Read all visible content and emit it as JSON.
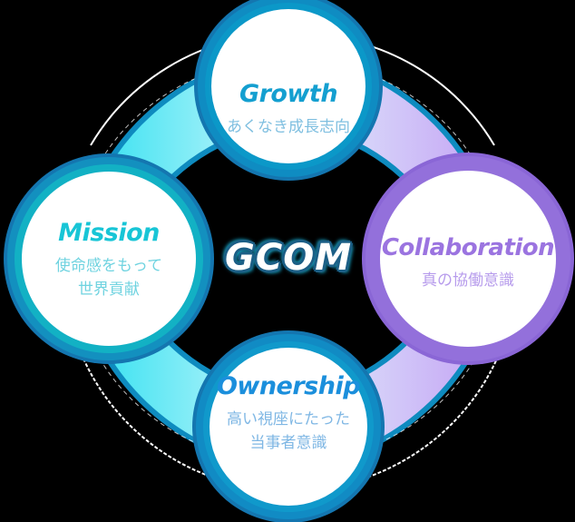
{
  "diagram": {
    "title": "GCOM",
    "center_label": "GCOM",
    "layout": "four circles arranged in a ring (top, left, right, bottom) connected by curved gradient bands",
    "nodes": [
      {
        "id": "growth",
        "position": "top",
        "title": "Growth",
        "subtitle_lines": [
          "あくなき成長志向"
        ],
        "color": "#149fd0",
        "ring_color": "#0e8bbf"
      },
      {
        "id": "mission",
        "position": "left",
        "title": "Mission",
        "subtitle_lines": [
          "使命感をもって",
          "世界貢献"
        ],
        "color": "#18c5d6",
        "ring_color": "#14b2c6"
      },
      {
        "id": "collaboration",
        "position": "right",
        "title": "Collaboration",
        "subtitle_lines": [
          "真の協働意識"
        ],
        "color": "#9b74e0",
        "ring_color": "#9370db"
      },
      {
        "id": "ownership",
        "position": "bottom",
        "title": "Ownership",
        "subtitle_lines": [
          "高い視座にたった",
          "当事者意識"
        ],
        "color": "#1b8fdc",
        "ring_color": "#118bc4"
      }
    ],
    "connectors": [
      {
        "from": "mission",
        "to": "growth",
        "gradient": [
          "#3fe6f2",
          "#b5f4fb"
        ]
      },
      {
        "from": "growth",
        "to": "collaboration",
        "gradient": [
          "#d9e6fb",
          "#c9a9f5"
        ]
      },
      {
        "from": "mission",
        "to": "ownership",
        "gradient": [
          "#3fe6f2",
          "#b5f4fb"
        ]
      },
      {
        "from": "ownership",
        "to": "collaboration",
        "gradient": [
          "#d9e6fb",
          "#c9a9f5"
        ]
      }
    ],
    "colors": {
      "background": "#000000",
      "teal": "#14b2c6",
      "blue": "#0e8bbf",
      "purple": "#9370db",
      "gcom_outline": "#1c5f86"
    }
  }
}
